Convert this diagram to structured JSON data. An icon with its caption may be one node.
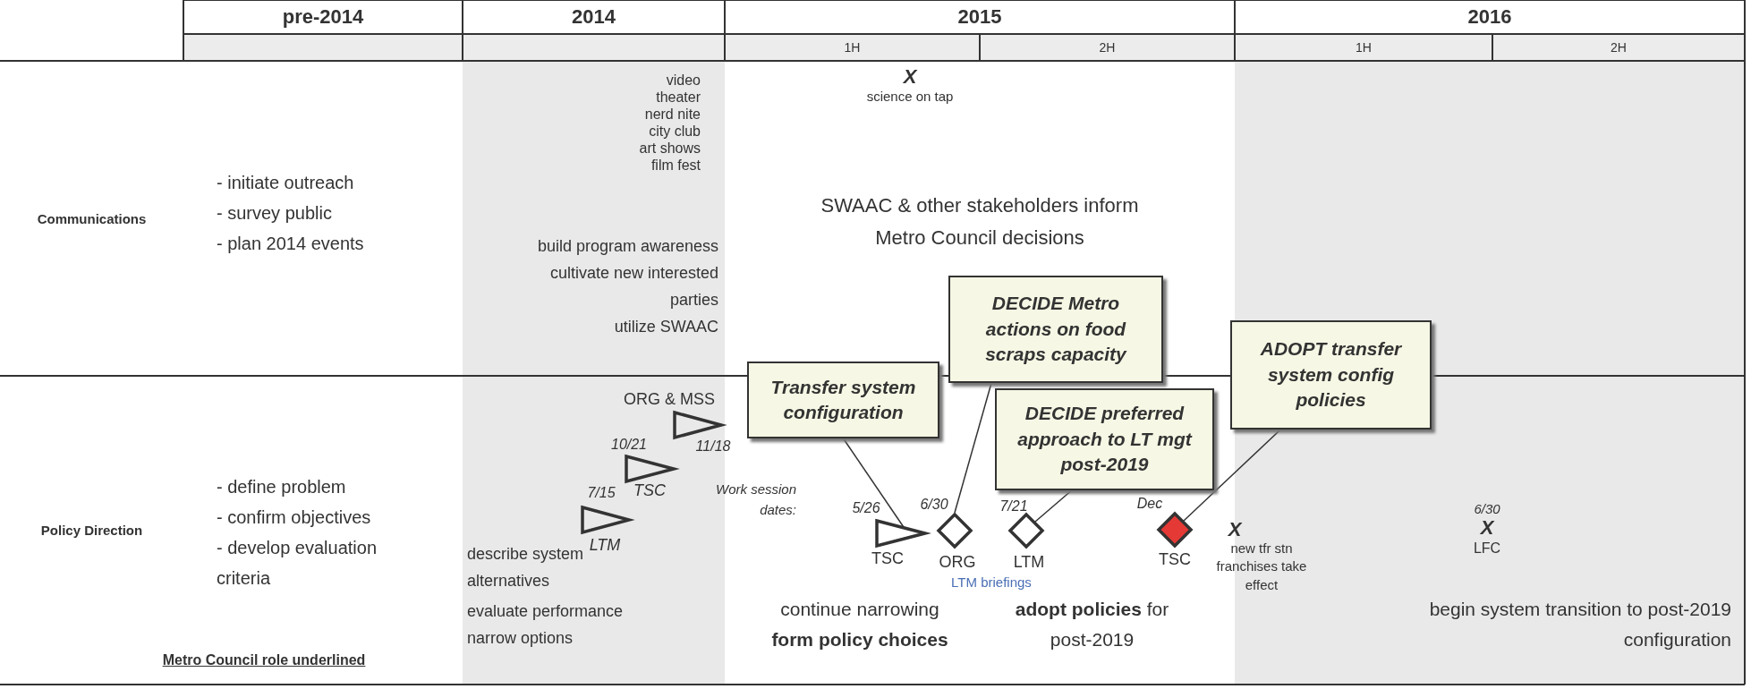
{
  "diagram": {
    "nodes": [
      {
        "text": [
          "Transfer system configuration"
        ]
      },
      {
        "text": [
          "**DECIDE** Metro actions on food scraps capacity"
        ]
      },
      {
        "text": [
          "**DECIDE** preferred approach to LT mgt post-2019"
        ]
      },
      {
        "text": [
          "**ADOPT** transfer system config policies"
        ]
      },
      {
        "text": [],
        "shape": "triangle",
        "beside": [
          "7/15",
          "LTM"
        ]
      },
      {
        "text": [],
        "shape": "triangle",
        "beside": [
          "10/21",
          "TSC"
        ]
      },
      {
        "text": [],
        "shape": "triangle",
        "beside": [
          "ORG & MSS",
          "11/18"
        ]
      },
      {
        "text": [],
        "shape": "triangle",
        "beside": [
          "5/26",
          "TSC"
        ]
      },
      {
        "text": [],
        "shape": "diamond",
        "beside": [
          "6/30",
          "ORG"
        ]
      },
      {
        "text": [],
        "shape": "diamond",
        "beside": [
          "7/21",
          "LTM"
        ]
      },
      {
        "text": [],
        "shape": "diamond",
        "beside": [
          "Dec",
          "TSC"
        ]
      }
    ],
    "edges": [
      {
        "from": 0,
        "to": 7,
        "arrow": "none"
      },
      {
        "from": 1,
        "to": 8,
        "arrow": "none"
      },
      {
        "from": 2,
        "to": 9,
        "arrow": "none"
      },
      {
        "from": 3,
        "to": 10,
        "arrow": "none"
      }
    ],
    "labels": [
      "pre-2014",
      "2014",
      "2015",
      "2016",
      "1H",
      "2H",
      "1H",
      "2H",
      "Communications",
      "- initiate outreach",
      "- survey public",
      "- plan 2014 events",
      "video",
      "theater",
      "nerd nite",
      "city club",
      "art shows",
      "film fest",
      "X",
      "science on tap",
      "build program awareness",
      "cultivate new interested parties",
      "utilize SWAAC",
      "SWAAC & other stakeholders inform Metro Council decisions",
      "Policy Direction",
      "- define problem",
      "- confirm objectives",
      "- develop evaluation criteria",
      "Work session dates:",
      "X",
      "new tfr stn franchises take effect",
      "6/30",
      "X",
      "LFC",
      "LTM briefings",
      "describe system alternatives",
      "evaluate performance",
      "narrow options",
      "continue narrowing **form policy choices**",
      "**adopt policies** for post-2019",
      "begin system transition to post-2019 configuration",
      "Metro Council role underlined"
    ]
  }
}
